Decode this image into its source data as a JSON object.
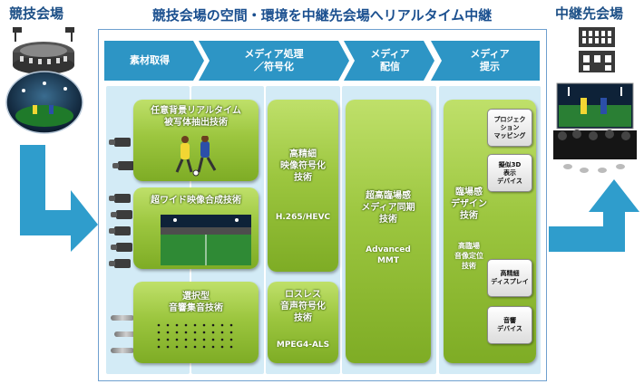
{
  "left_title": "競技会場",
  "right_title": "中継先会場",
  "main_title": "競技会場の空間・環境を中継先会場へリアルタイム中継",
  "stages": [
    {
      "label": "素材取得"
    },
    {
      "label": "メディア処理\n／符号化"
    },
    {
      "label": "メディア\n配信"
    },
    {
      "label": "メディア\n提示"
    }
  ],
  "boxes": {
    "extraction": {
      "title": "任意背景リアルタイム\n被写体抽出技術"
    },
    "widevideo": {
      "title": "超ワイド映像合成技術"
    },
    "audio_select": {
      "title": "選択型\n音響集音技術"
    },
    "hd_encode": {
      "title": "高精細\n映像符号化\n技術",
      "sub": "H.265/HEVC"
    },
    "lossless": {
      "title": "ロスレス\n音声符号化\n技術",
      "sub": "MPEG4-ALS"
    },
    "sync": {
      "title": "超高臨場感\nメディア同期\n技術",
      "sub": "Advanced\nMMT"
    },
    "presence": {
      "title": "臨場感\nデザイン\n技術",
      "sub": "高臨場\n音像定位\n技術"
    }
  },
  "devices": [
    {
      "label": "プロジェク\nション\nマッピング"
    },
    {
      "label": "擬似3D\n表示\nデバイス"
    },
    {
      "label": "高精細\nディスプレイ"
    },
    {
      "label": "音響\nデバイス"
    }
  ],
  "colors": {
    "stage": "#2d95c5",
    "panel": "#d3ebf6",
    "box_green": "#9cc63f",
    "arrow": "#2f9dcc",
    "title": "#1a4f8f"
  }
}
